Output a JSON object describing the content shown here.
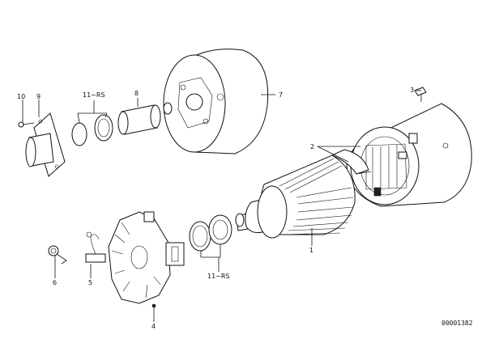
{
  "diagram": {
    "labels": {
      "l1": "1",
      "l2": "2",
      "l3": "3",
      "l4": "4",
      "l5": "5",
      "l6": "6",
      "l8": "8",
      "l9": "9",
      "l10": "10",
      "l11_top": "11−RS",
      "l11_bottom": "11−RS",
      "l7": "7"
    },
    "doc_number": "00001382"
  }
}
